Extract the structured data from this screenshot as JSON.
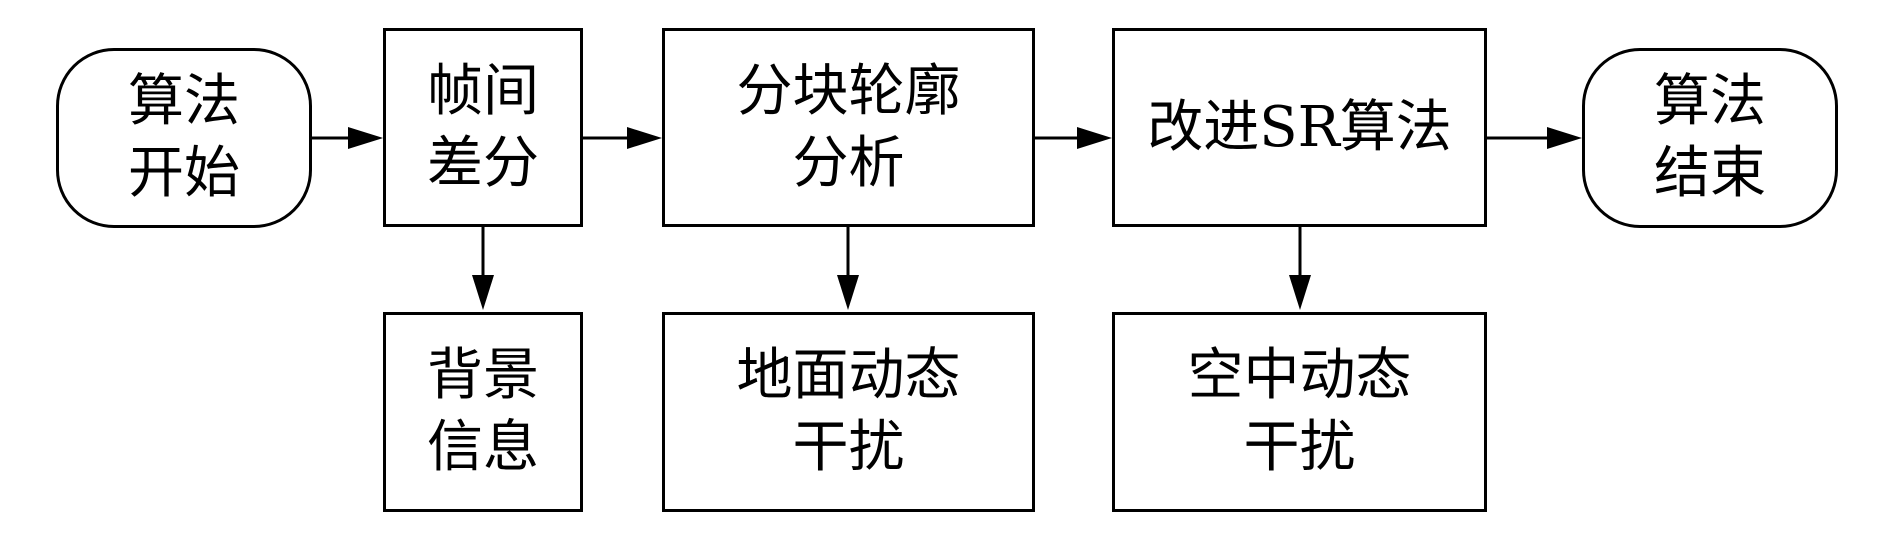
{
  "diagram": {
    "nodes": {
      "start": {
        "lines": [
          "算法",
          "开始"
        ]
      },
      "frame_diff": {
        "lines": [
          "帧间",
          "差分"
        ]
      },
      "block_contour": {
        "lines": [
          "分块轮廓",
          "分析"
        ]
      },
      "improved_sr": {
        "lines": [
          "改进SR算法"
        ]
      },
      "end": {
        "lines": [
          "算法",
          "结束"
        ]
      },
      "background_info": {
        "lines": [
          "背景",
          "信息"
        ]
      },
      "ground_interference": {
        "lines": [
          "地面动态",
          "干扰"
        ]
      },
      "air_interference": {
        "lines": [
          "空中动态",
          "干扰"
        ]
      }
    }
  }
}
